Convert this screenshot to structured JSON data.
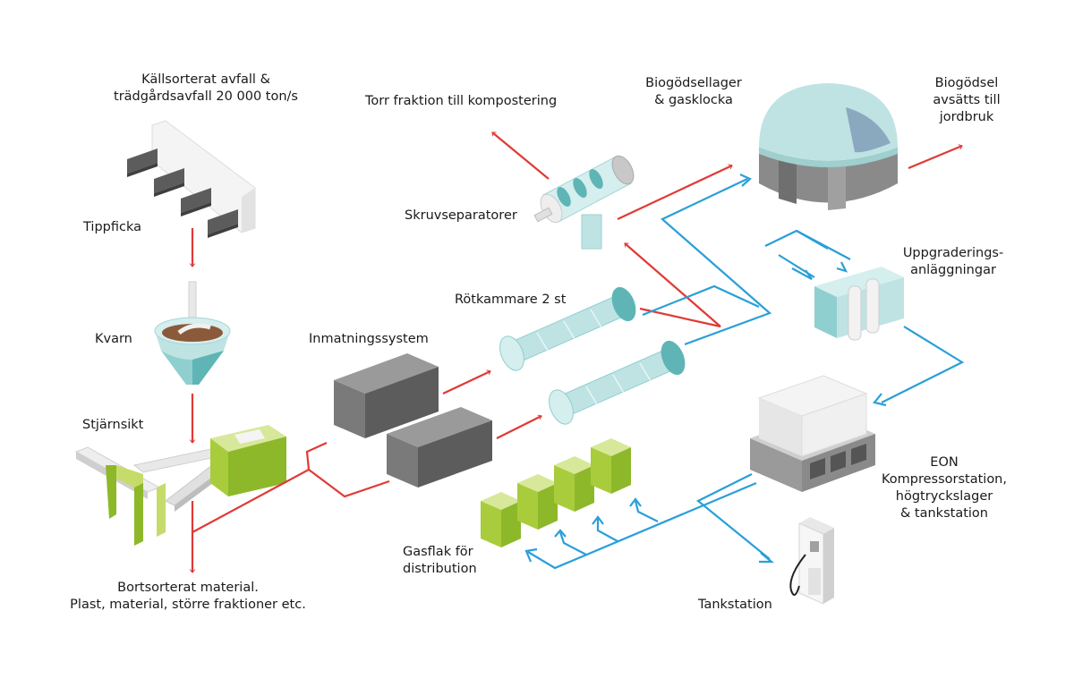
{
  "colors": {
    "flow_red": "#e03a36",
    "flow_blue": "#2a9fd8",
    "green_dark": "#8db82a",
    "green_light": "#cde08a",
    "teal": "#8fcfcf",
    "teal_light": "#d5eeee",
    "grey_dark": "#5c5c5c",
    "grey_mid": "#8a8a8a",
    "grey_light": "#ededed"
  },
  "labels": {
    "kallsorterat": [
      "Källsorterat avfall &",
      "trädgårdsavfall 20 000 ton/s"
    ],
    "tippficka": "Tippficka",
    "kvarn": "Kvarn",
    "stjarnsikt": "Stjärnsikt",
    "bortsorterat": [
      "Bortsorterat material.",
      "Plast, material, större fraktioner etc."
    ],
    "inmatning": "Inmatningssystem",
    "torr_fraktion": "Torr fraktion till kompostering",
    "skruvseparatorer": "Skruvseparatorer",
    "rotkammare": "Rötkammare 2 st",
    "biogodsellager": [
      "Biogödsellager",
      "& gasklocka"
    ],
    "biogodsel_avsatts": [
      "Biogödsel",
      "avsätts till",
      "jordbruk"
    ],
    "uppgradering": [
      "Uppgraderings-",
      "anläggningar"
    ],
    "eon": [
      "EON",
      "Kompressorstation,",
      "högtryckslager",
      "& tankstation"
    ],
    "gasflak": [
      "Gasflak för",
      "distribution"
    ],
    "tankstation": "Tankstation"
  },
  "icons": {
    "tippficka": "hopper-icon",
    "kvarn": "grinder-icon",
    "stjarnsikt": "star-screen-icon",
    "inmatning": "feeding-system-icon",
    "skruvseparator": "screw-separator-icon",
    "rotkammare": "digester-tank-icon",
    "gasklocka": "gas-dome-icon",
    "uppgradering": "upgrading-plant-icon",
    "kompressor": "compressor-icon",
    "gasflak": "gas-container-icon",
    "tankstation": "fuel-pump-icon"
  }
}
